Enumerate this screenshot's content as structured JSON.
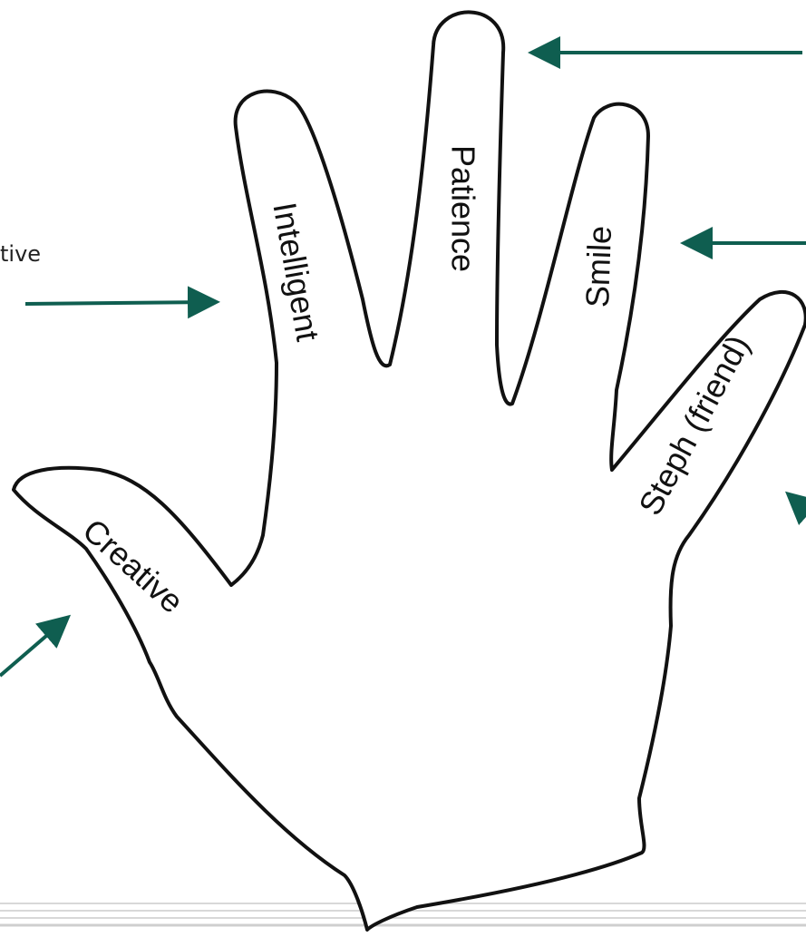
{
  "left_label": "tive",
  "fingers": {
    "thumb": "Creative",
    "index": "Intelligent",
    "middle": "Patience",
    "ring": "Smile",
    "pinky": "Steph (friend)"
  },
  "colors": {
    "arrow": "#0f5e50",
    "outline": "#111111",
    "background": "#ffffff"
  }
}
